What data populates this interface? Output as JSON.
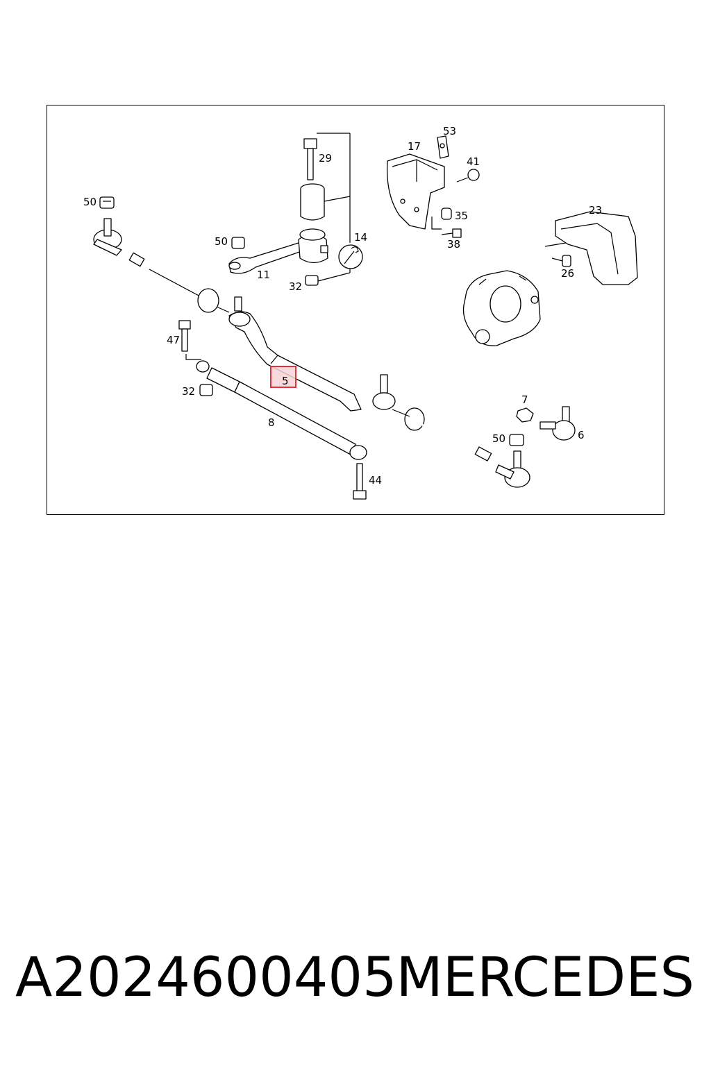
{
  "diagram": {
    "labels": [
      {
        "id": "l5",
        "text": "5"
      },
      {
        "id": "l6",
        "text": "6"
      },
      {
        "id": "l7",
        "text": "7"
      },
      {
        "id": "l8",
        "text": "8"
      },
      {
        "id": "l11",
        "text": "11"
      },
      {
        "id": "l14",
        "text": "14"
      },
      {
        "id": "l17",
        "text": "17"
      },
      {
        "id": "l23",
        "text": "23"
      },
      {
        "id": "l26",
        "text": "26"
      },
      {
        "id": "l29",
        "text": "29"
      },
      {
        "id": "l32a",
        "text": "32"
      },
      {
        "id": "l32b",
        "text": "32"
      },
      {
        "id": "l35",
        "text": "35"
      },
      {
        "id": "l38",
        "text": "38"
      },
      {
        "id": "l41",
        "text": "41"
      },
      {
        "id": "l44",
        "text": "44"
      },
      {
        "id": "l47",
        "text": "47"
      },
      {
        "id": "l50a",
        "text": "50"
      },
      {
        "id": "l50b",
        "text": "50"
      },
      {
        "id": "l50c",
        "text": "50"
      },
      {
        "id": "l53",
        "text": "53"
      }
    ],
    "highlighted_label": "5",
    "highlight_color": "#e0303a"
  },
  "caption": {
    "part_number": "A2024600405",
    "brand": "MERCEDES"
  }
}
